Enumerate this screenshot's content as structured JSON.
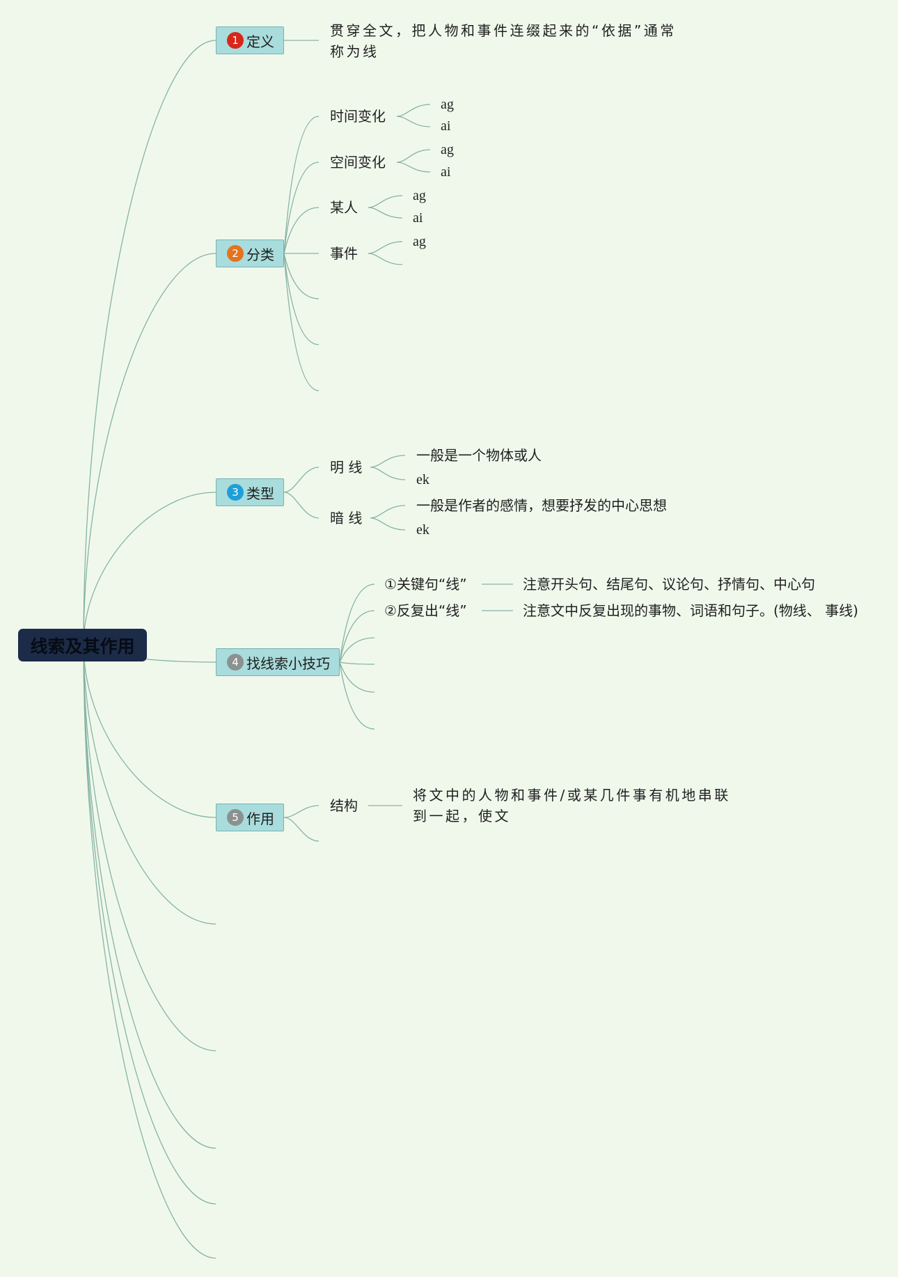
{
  "central_topic": "线索及其作用",
  "colors": {
    "background": "#f0f8ec",
    "connector": "#86b3a3",
    "root_fill": "#1c2c48",
    "root_text": "#070b14",
    "topic_fill": "#a9dcdc",
    "topic_border": "#78b2b2"
  },
  "branches": [
    {
      "number": "1",
      "label": "定义",
      "badge_color": "#d8261b",
      "note": "贯穿全文，把人物和事件连缀起来的“依据”通常称为线"
    },
    {
      "number": "2",
      "label": "分类",
      "badge_color": "#e4731e",
      "children": [
        {
          "label": "时间变化",
          "children": [
            "ag",
            "ai"
          ]
        },
        {
          "label": "空间变化",
          "children": [
            "ag",
            "ai"
          ]
        },
        {
          "label": "某人",
          "children": [
            "ag",
            "ai"
          ]
        },
        {
          "label": "事件",
          "children": [
            "ag"
          ]
        }
      ]
    },
    {
      "number": "3",
      "label": "类型",
      "badge_color": "#1f9fd9",
      "children": [
        {
          "label": "明 线",
          "children": [
            "一般是一个物体或人",
            "ek"
          ]
        },
        {
          "label": "暗 线",
          "children": [
            "一般是作者的感情，想要抒发的中心思想",
            "ek"
          ]
        }
      ]
    },
    {
      "number": "4",
      "label": "找线索小技巧",
      "badge_color": "#8b9191",
      "children": [
        {
          "label": "①关键句“线”",
          "detail": "注意开头句、结尾句、议论句、抒情句、中心句"
        },
        {
          "label": "②反复出“线”",
          "detail": "注意文中反复出现的事物、词语和句子。(物线、 事线)"
        }
      ]
    },
    {
      "number": "5",
      "label": "作用",
      "badge_color": "#8b9191",
      "children": [
        {
          "label": "结构",
          "detail": "将文中的人物和事件/或某几件事有机地串联到一起，使文"
        }
      ]
    }
  ]
}
